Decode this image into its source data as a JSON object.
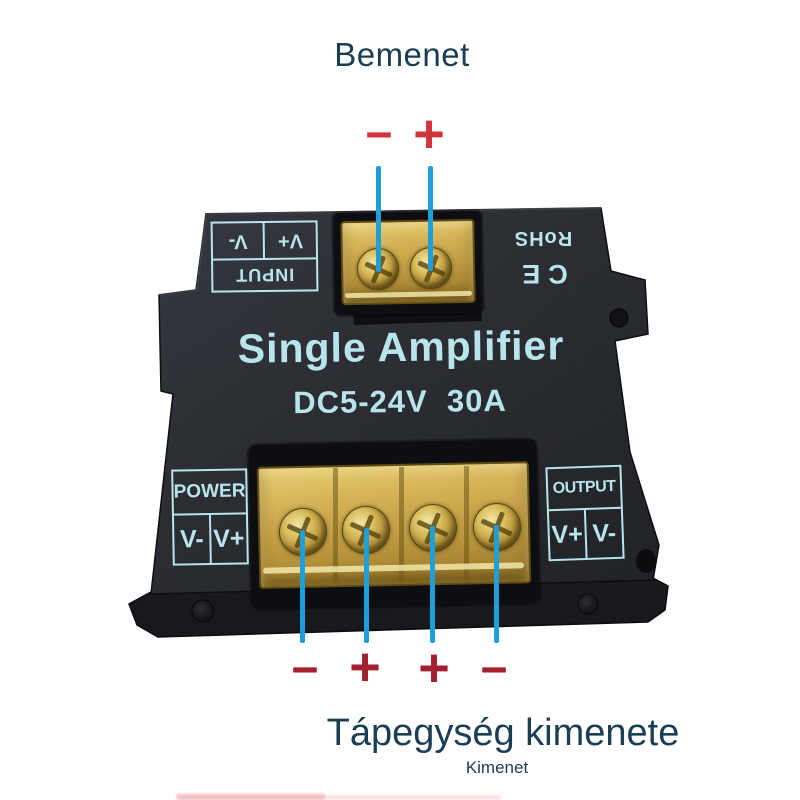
{
  "figure": {
    "input_label": "Bemenet",
    "output_label": "Tápegység kimenete",
    "output_sublabel": "Kimenet",
    "top_signs": [
      "−",
      "+"
    ],
    "bottom_signs": [
      "−",
      "+",
      "+",
      "−"
    ],
    "wire_color": "#1e9fd8",
    "sign_color_top": "#d1343a",
    "sign_color_bottom": "#a32031",
    "annotation_text_color": "#1a3e54"
  },
  "device": {
    "title": "Single Amplifier",
    "spec": "DC5-24V  30A",
    "print_color": "#b8e4ec",
    "body_color": "#25272c",
    "terminal_cover_color": "#d3b055",
    "input_block": {
      "header": "INPUT",
      "cells": [
        "V+",
        "V-"
      ]
    },
    "power_block": {
      "header": "POWER",
      "cells": [
        "V-",
        "V+"
      ]
    },
    "output_block": {
      "header": "OUTPUT",
      "cells": [
        "V+",
        "V-"
      ]
    },
    "marks": {
      "rohs": "RoHS",
      "ce": "CE"
    }
  }
}
